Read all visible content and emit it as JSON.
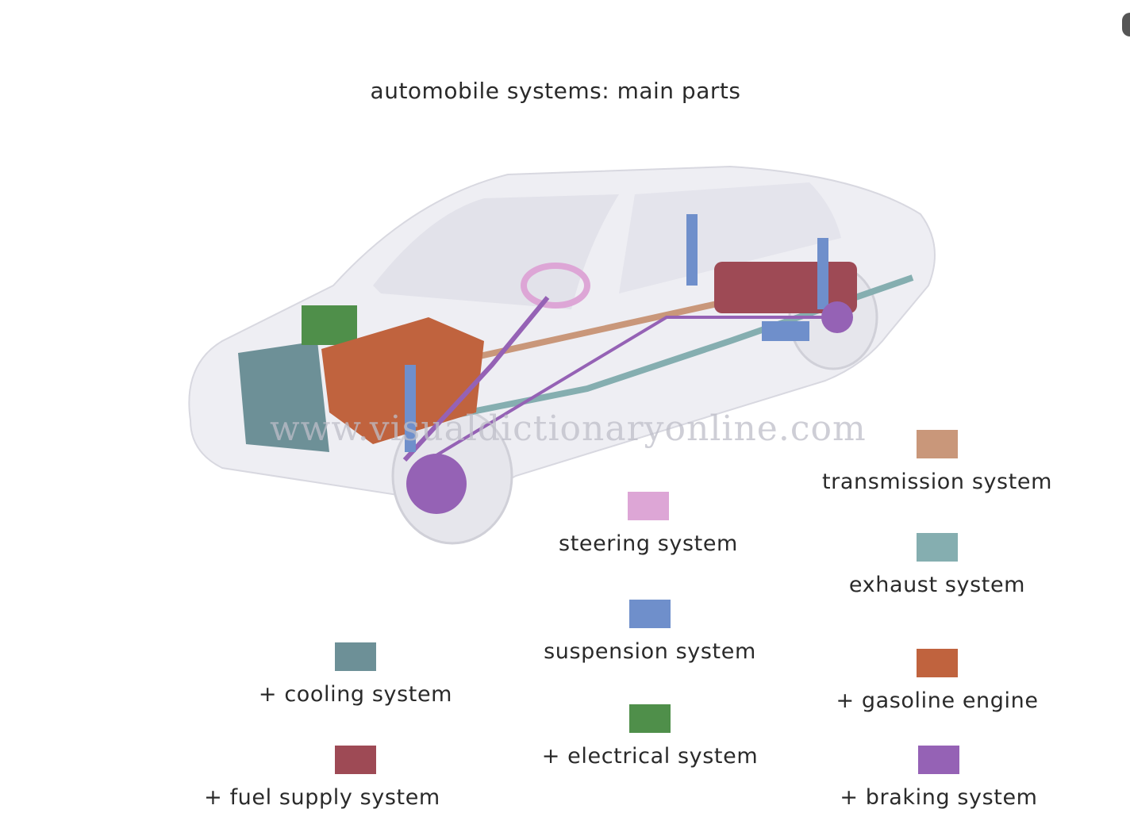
{
  "title": "automobile systems: main parts",
  "watermark": "www.visualdictionaryonline.com",
  "legend": [
    {
      "id": "transmission",
      "label": "transmission system",
      "color": "#c9977a"
    },
    {
      "id": "steering",
      "label": "steering system",
      "color": "#dda6d6"
    },
    {
      "id": "exhaust",
      "label": "exhaust system",
      "color": "#85aeb0"
    },
    {
      "id": "suspension",
      "label": "suspension system",
      "color": "#6f8fcb"
    },
    {
      "id": "gasoline",
      "label": "+ gasoline engine",
      "color": "#c0633e"
    },
    {
      "id": "cooling",
      "label": "+ cooling system",
      "color": "#6d9097"
    },
    {
      "id": "electrical",
      "label": "+ electrical system",
      "color": "#4f8f4a"
    },
    {
      "id": "fuel",
      "label": "+ fuel supply system",
      "color": "#9e4a55"
    },
    {
      "id": "braking",
      "label": "+ braking system",
      "color": "#9562b5"
    }
  ]
}
